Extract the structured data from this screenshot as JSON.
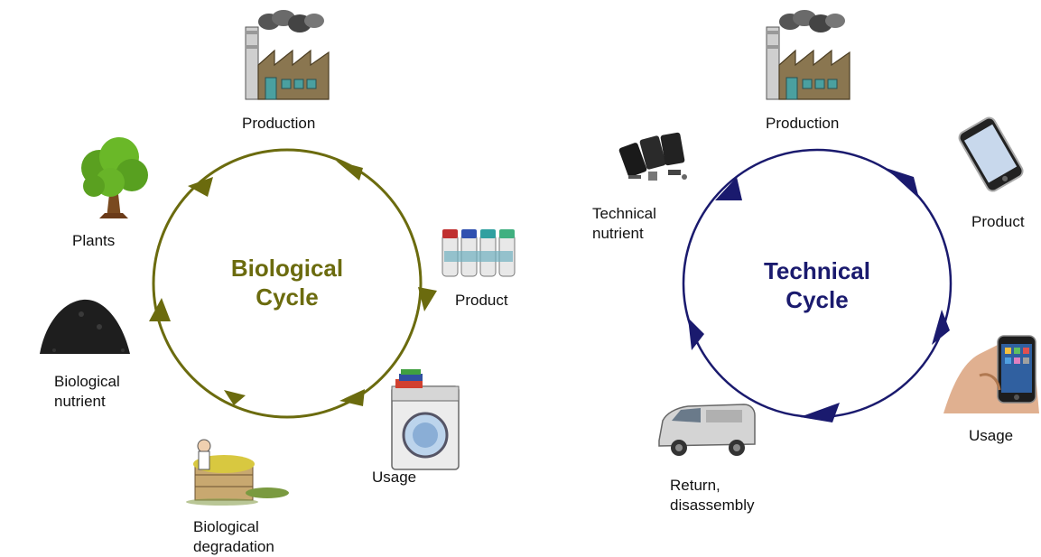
{
  "colors": {
    "biological": "#6b6b0e",
    "technical": "#1a1a6e",
    "text": "#111111"
  },
  "biological_cycle": {
    "title_line1": "Biological",
    "title_line2": "Cycle",
    "labels": {
      "production": "Production",
      "product": "Product",
      "usage": "Usage",
      "degradation_line1": "Biological",
      "degradation_line2": "degradation",
      "nutrient_line1": "Biological",
      "nutrient_line2": "nutrient",
      "plants": "Plants"
    },
    "icons": [
      "factory-icon",
      "bottles-icon",
      "washing-machine-icon",
      "compost-icon",
      "soil-icon",
      "tree-icon"
    ]
  },
  "technical_cycle": {
    "title_line1": "Technical",
    "title_line2": "Cycle",
    "labels": {
      "production": "Production",
      "product": "Product",
      "usage": "Usage",
      "return_line1": "Return,",
      "return_line2": "disassembly",
      "nutrient_line1": "Technical",
      "nutrient_line2": "nutrient"
    },
    "icons": [
      "factory-icon",
      "phone-icon",
      "phone-in-hand-icon",
      "van-icon",
      "phone-parts-icon"
    ]
  }
}
